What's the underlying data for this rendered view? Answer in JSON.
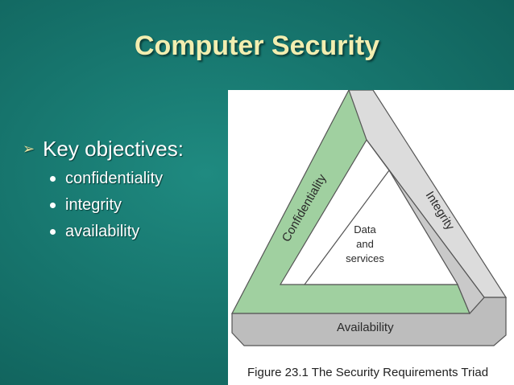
{
  "slide": {
    "title": "Computer Security",
    "bullet": "Key objectives:",
    "sub_bullets": [
      "confidentiality",
      "integrity",
      "availability"
    ]
  },
  "figure": {
    "labels": {
      "confidentiality": "Confidentiality",
      "integrity": "Integrity",
      "availability": "Availability",
      "center_line1": "Data",
      "center_line2": "and",
      "center_line3": "services"
    },
    "caption": "Figure 23.1   The Security Requirements Triad"
  },
  "colors": {
    "background": "#17766e",
    "title": "#f2eeb0",
    "confidentiality_band": "#9ccf9a",
    "integrity_band": "#d8d8d8",
    "availability_band": "#bcbcbc"
  }
}
